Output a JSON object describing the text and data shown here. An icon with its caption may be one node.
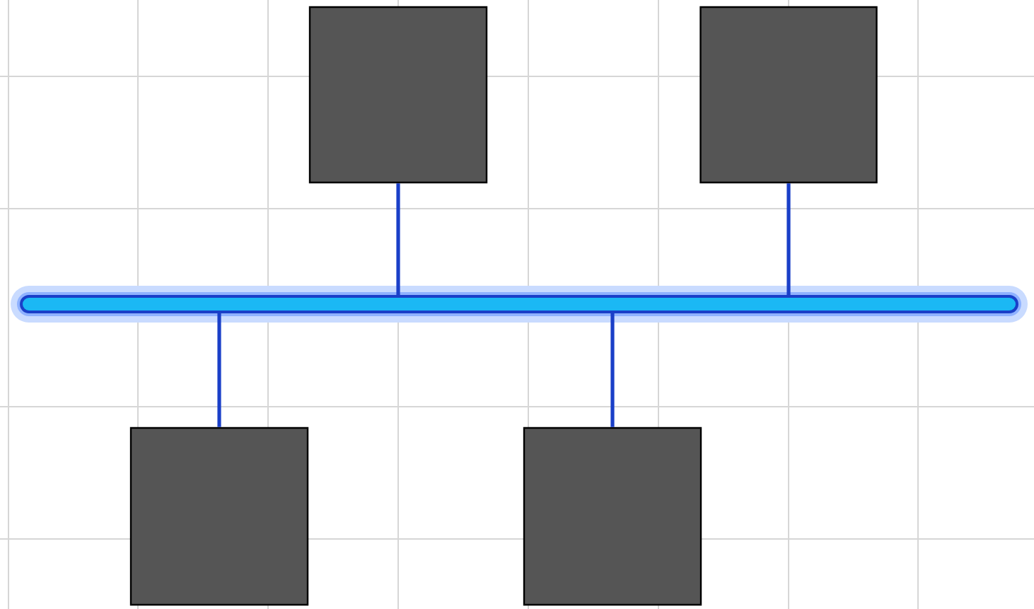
{
  "diagram": {
    "nodes": [
      {
        "text": [],
        "shape": "box"
      },
      {
        "text": [],
        "shape": "box"
      },
      {
        "text": [],
        "shape": "bar"
      },
      {
        "text": [],
        "shape": "box"
      },
      {
        "text": [],
        "shape": "box"
      }
    ],
    "edges": [
      {
        "from": 0,
        "to": 2,
        "arrow": "none"
      },
      {
        "from": 1,
        "to": 2,
        "arrow": "none"
      },
      {
        "from": 2,
        "to": 3,
        "arrow": "none"
      },
      {
        "from": 2,
        "to": 4,
        "arrow": "none"
      }
    ]
  }
}
